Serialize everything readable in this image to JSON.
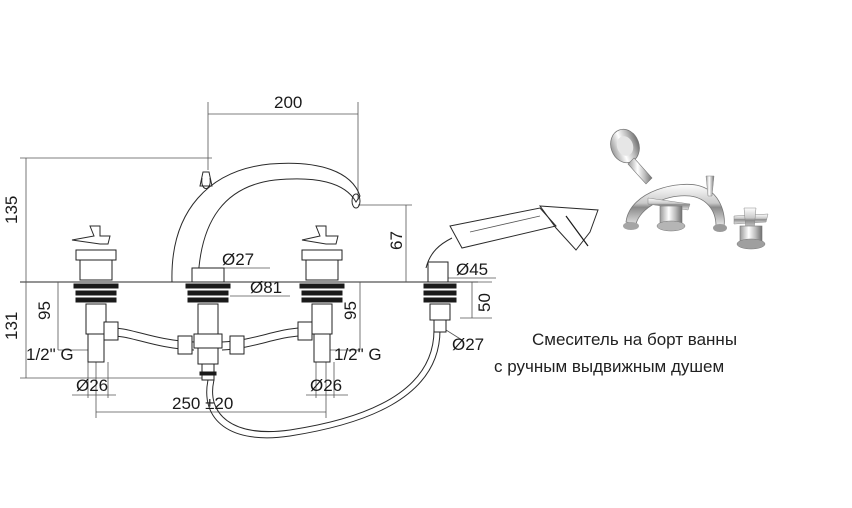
{
  "dimensions": {
    "width_top": "200",
    "height_top": "135",
    "spout_height": "67",
    "spout_diameter": "Ø27",
    "base_diameter": "Ø81",
    "height_bottom": "131",
    "valve_depth_left": "95",
    "valve_depth_right": "95",
    "thread_left": "1/2\" G",
    "thread_right": "1/2\" G",
    "valve_diameter_left": "Ø26",
    "valve_diameter_right": "Ø26",
    "spacing": "250 ±20",
    "shower_diameter_top": "Ø45",
    "shower_depth": "50",
    "shower_diameter_bottom": "Ø27"
  },
  "caption": {
    "line1": "Смеситель на борт ванны",
    "line2": "с ручным выдвижным душем"
  },
  "colors": {
    "line": "#2a2a2a",
    "text": "#1a1a1a",
    "chrome_light": "#f2f2f2",
    "chrome_dark": "#6b6b6b"
  }
}
